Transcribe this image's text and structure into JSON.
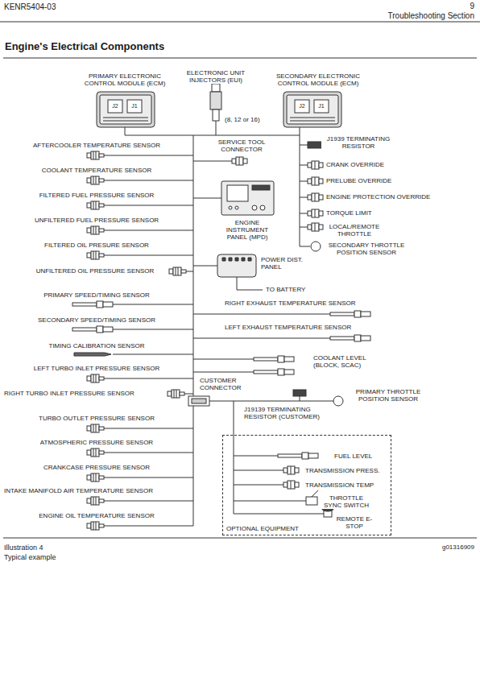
{
  "diagram": {
    "title": "Engine's Electrical Components",
    "nodes": [
      {
        "text": [
          "OPTIONAL EQUIPMENT"
        ]
      }
    ],
    "labels": [
      "KENR5404-03",
      "9",
      "Troubleshooting Section",
      "PRIMARY ELECTRONIC CONTROL MODULE (ECM)",
      "J2",
      "J1",
      "ELECTRONIC UNIT INJECTORS (EUI)",
      "(8, 12 or 16)",
      "SECONDARY ELECTRONIC CONTROL MODULE (ECM)",
      "J2",
      "J1",
      "AFTERCOOLER TEMPERATURE SENSOR",
      "SERVICE TOOL CONNECTOR",
      "J1939 TERMINATING RESISTOR",
      "CRANK OVERRIDE",
      "COOLANT TEMPERATURE SENSOR",
      "PRELUBE OVERRIDE",
      "FILTERED FUEL PRESSURE SENSOR",
      "ENGINE PROTECTION OVERRIDE",
      "ENGINE INSTRUMENT PANEL (MPD)",
      "TORQUE LIMIT",
      "UNFILTERED FUEL PRESSURE SENSOR",
      "LOCAL/REMOTE THROTTLE",
      "FILTERED OIL PRESURE SENSOR",
      "SECONDARY THROTTLE POSITION SENSOR",
      "UNFILTERED OIL PRESSURE SENSOR",
      "POWER DIST. PANEL",
      "TO BATTERY",
      "PRIMARY SPEED/TIMING SENSOR",
      "RIGHT EXHAUST TEMPERATURE SENSOR",
      "SECONDARY SPEED/TIMING SENSOR",
      "LEFT EXHAUST TEMPERATURE SENSOR",
      "TIMING CALIBRATION SENSOR",
      "COOLANT LEVEL (BLOCK, SCAC)",
      "LEFT TURBO INLET PRESSURE SENSOR",
      "CUSTOMER CONNECTOR",
      "RIGHT TURBO INLET PRESSURE SENSOR",
      "PRIMARY THROTTLE POSITION SENSOR",
      "J19139 TERMINATING RESISTOR (CUSTOMER)",
      "TURBO OUTLET PRESSURE SENSOR",
      "ATMOSPHERIC PRESSURE SENSOR",
      "FUEL LEVEL",
      "CRANKCASE PRESSURE SENSOR",
      "TRANSMISSION PRESS.",
      "INTAKE MANIFOLD AIR TEMPERATURE SENSOR",
      "TRANSMISSION TEMP",
      "THROTTLE SYNC SWITCH",
      "ENGINE OIL TEMPERATURE SENSOR",
      "REMOTE E-STOP",
      "Illustration 4",
      "Typical example",
      "g01316909"
    ]
  }
}
